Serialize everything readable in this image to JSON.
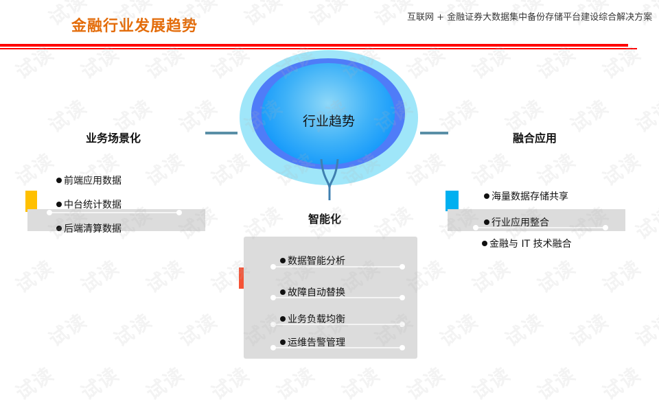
{
  "header": {
    "title": "金融行业发展趋势",
    "subtitle": "互联网 + 金融证券大数据集中备份存储平台建设综合解决方案"
  },
  "center": {
    "label": "行业趋势"
  },
  "sections": {
    "left": {
      "heading": "业务场景化",
      "accent_color": "#ffc000",
      "items": [
        "前端应用数据",
        "中台统计数据",
        "后端清算数据"
      ]
    },
    "right": {
      "heading": "融合应用",
      "accent_color": "#00b0f0",
      "items": [
        "海量数据存储共享",
        "行业应用整合",
        "金融与 IT 技术融合"
      ]
    },
    "bottom": {
      "heading": "智能化",
      "accent_color": "#f55336",
      "items": [
        "数据智能分析",
        "故障自动替换",
        "业务负载均衡",
        "运维告警管理"
      ]
    }
  },
  "watermark": "试读",
  "colors": {
    "title": "#e36c0a",
    "rule": "#ff0000",
    "ellipse_outer": "#9fe6f9",
    "ellipse_mid": "#4f7cf8",
    "ellipse_inner": "#0f96fb",
    "panel_grey": "#dcdcdc"
  }
}
